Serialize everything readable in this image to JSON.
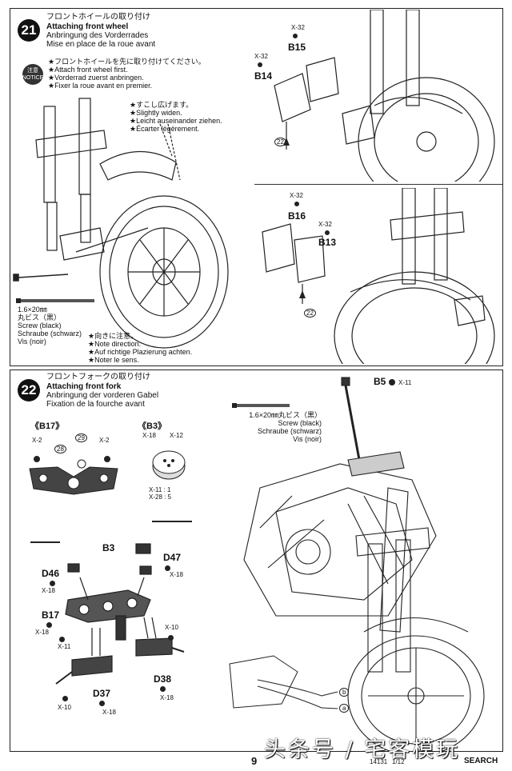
{
  "step21": {
    "number": "21",
    "title_jp": "フロントホイールの取り付け",
    "title_en": "Attaching front wheel",
    "title_de": "Anbringung des Vorderrades",
    "title_fr": "Mise en place de la roue avant",
    "notice_jp": "注意",
    "notice_en": "NOTICE",
    "notice_lines": [
      "★フロントホイールを先に取り付けてください。",
      "★Attach front wheel first.",
      "★Vorderrad zuerst anbringen.",
      "★Fixer la roue avant en premier."
    ],
    "widen_lines": [
      "★すこし広げます。",
      "★Slightly widen.",
      "★Leicht auseinander ziehen.",
      "★Écarter légèrement."
    ],
    "screw_size": "1.6×20㎜",
    "screw_lines": [
      "丸ビス（黒）",
      "Screw (black)",
      "Schraube (schwarz)",
      "Vis (noir)"
    ],
    "direction_lines": [
      "★向きに注意。",
      "★Note direction.",
      "★Auf richtige Plazierung achten.",
      "★Noter le sens."
    ],
    "labels": {
      "b15": "B15",
      "b14": "B14",
      "b16": "B16",
      "b13": "B13",
      "x32a": "X-32",
      "x32b": "X-32",
      "x32c": "X-32",
      "x32d": "X-32",
      "p22a": "22",
      "p22b": "22"
    }
  },
  "step22": {
    "number": "22",
    "title_jp": "フロントフォークの取り付け",
    "title_en": "Attaching front fork",
    "title_de": "Anbringung der vorderen Gabel",
    "title_fr": "Fixation de la fourche avant",
    "b17_header": "《B17》",
    "b3_header": "《B3》",
    "screw_lines": [
      "1.6×20㎜丸ビス（黒）",
      "Screw (black)",
      "Schraube (schwarz)",
      "Vis (noir)"
    ],
    "ratio_lines": [
      "X-11 : 1",
      "X-28 : 5"
    ],
    "labels": {
      "b5": "B5",
      "x11top": "X-11",
      "x2a": "X-2",
      "x2b": "X-2",
      "p28": "28",
      "p29": "29",
      "x18a": "X-18",
      "x12": "X-12",
      "b3": "B3",
      "d47": "D47",
      "x18d47": "X-18",
      "d46": "D46",
      "x18d46": "X-18",
      "b17": "B17",
      "x18b17": "X-18",
      "x11mid": "X-11",
      "x10a": "X-10",
      "x10b": "X-10",
      "d37": "D37",
      "x18d37": "X-18",
      "d38": "D38",
      "x18d38": "X-18",
      "pa": "a",
      "pb": "b"
    }
  },
  "footer": {
    "page": "9",
    "code": "14131",
    "scale": "1/12",
    "watermark": "头条号 / 宅客模玩",
    "brand": "SEARCH"
  }
}
